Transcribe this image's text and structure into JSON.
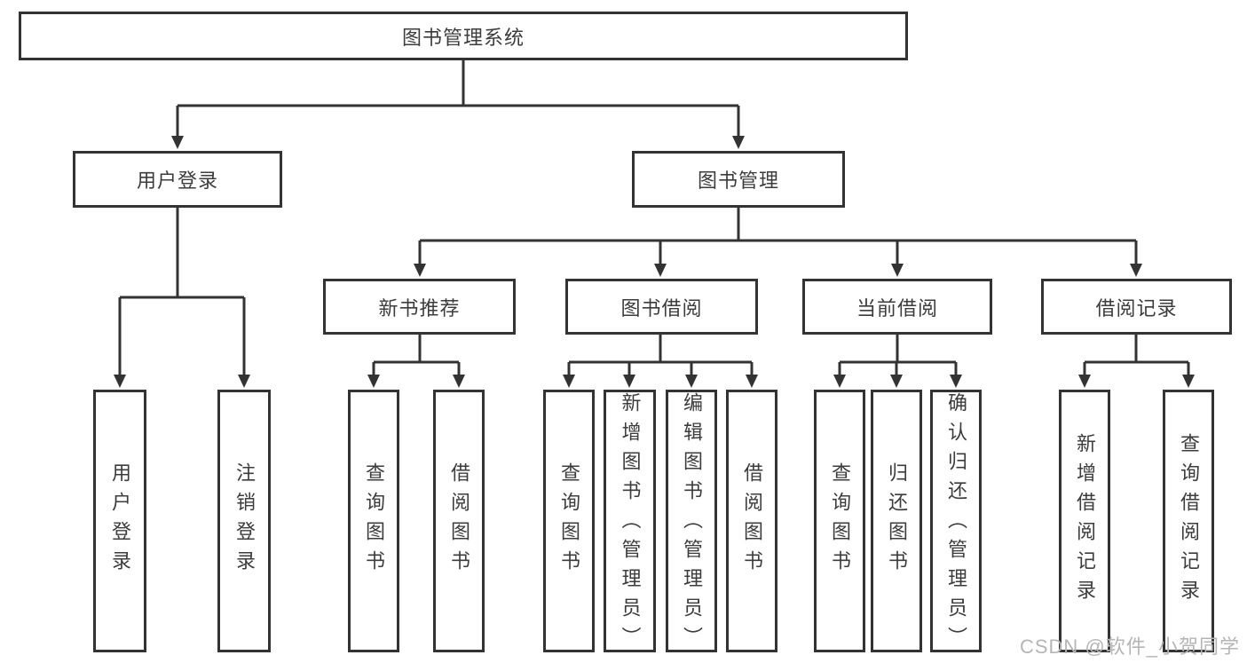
{
  "colors": {
    "line": "#333333",
    "text": "#3c3c3c",
    "watermark": "#b5b5b5",
    "bg": "#ffffff"
  },
  "diagram": {
    "root": {
      "label": "图书管理系统",
      "children": [
        {
          "label": "用户登录",
          "children": [
            {
              "label": "用户登录"
            },
            {
              "label": "注销登录"
            }
          ]
        },
        {
          "label": "图书管理",
          "children": [
            {
              "label": "新书推荐",
              "children": [
                {
                  "label": "查询图书"
                },
                {
                  "label": "借阅图书"
                }
              ]
            },
            {
              "label": "图书借阅",
              "children": [
                {
                  "label": "查询图书"
                },
                {
                  "label": "新增图书（管理员）"
                },
                {
                  "label": "编辑图书（管理员）"
                },
                {
                  "label": "借阅图书"
                }
              ]
            },
            {
              "label": "当前借阅",
              "children": [
                {
                  "label": "查询图书"
                },
                {
                  "label": "归还图书"
                },
                {
                  "label": "确认归还（管理员）"
                }
              ]
            },
            {
              "label": "借阅记录",
              "children": [
                {
                  "label": "新增借阅记录"
                },
                {
                  "label": "查询借阅记录"
                }
              ]
            }
          ]
        }
      ]
    }
  },
  "watermark": {
    "text": "CSDN @软件_小贺同学"
  }
}
